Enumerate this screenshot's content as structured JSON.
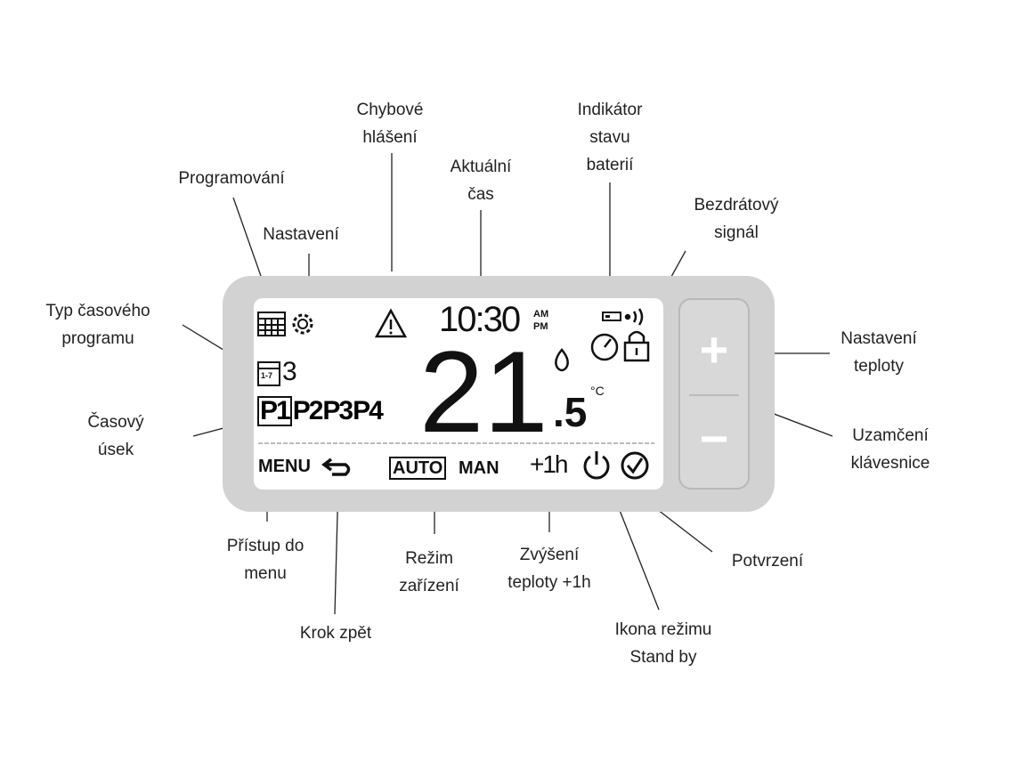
{
  "labels": {
    "chybove": [
      "Chybové",
      "hlášení"
    ],
    "indikator": [
      "Indikátor",
      "stavu",
      "baterií"
    ],
    "programovani": "Programování",
    "aktualni": [
      "Aktuální",
      "čas"
    ],
    "bezdratovy": [
      "Bezdrátový",
      "signál"
    ],
    "nastaveni": "Nastavení",
    "typ": [
      "Typ časového",
      "programu"
    ],
    "nastaveni_teploty": [
      "Nastavení",
      "teploty"
    ],
    "casovy": [
      "Časový",
      "úsek"
    ],
    "uzamceni": [
      "Uzamčení",
      "klávesnice"
    ],
    "pristup": [
      "Přístup do",
      "menu"
    ],
    "rezim": [
      "Režim",
      "zařízení"
    ],
    "zvyseni": [
      "Zvýšení",
      "teploty +1h"
    ],
    "potvrzeni": "Potvrzení",
    "krok": "Krok zpět",
    "standby": [
      "Ikona režimu",
      "Stand by"
    ]
  },
  "lcd": {
    "time": "10:30",
    "am": "AM",
    "pm": "PM",
    "temp_int": "21",
    "temp_dec": ".5",
    "unit": "°C",
    "program_type": "3",
    "calendar_range": "1-7",
    "periods": [
      "P1",
      "P2",
      "P3",
      "P4"
    ],
    "menu": "MENU",
    "auto": "AUTO",
    "man": "MAN",
    "plus1h": "+1h"
  },
  "buttons": {
    "plus": "+",
    "minus": "−"
  }
}
